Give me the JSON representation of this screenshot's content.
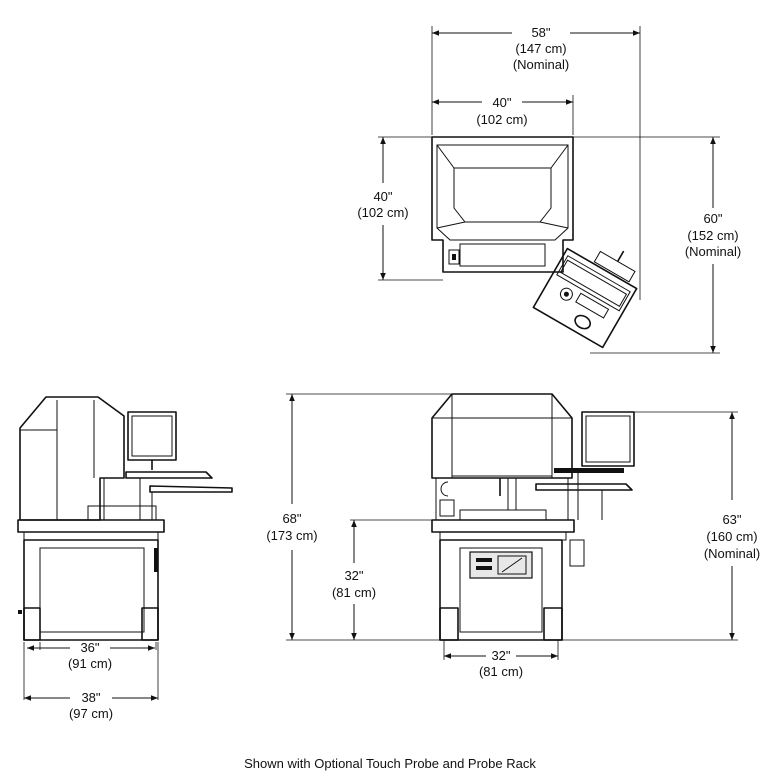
{
  "top_view": {
    "overall_width": "58\"",
    "overall_width_cm": "(147 cm)",
    "overall_width_note": "(Nominal)",
    "base_width": "40\"",
    "base_width_cm": "(102 cm)",
    "base_depth": "40\"",
    "base_depth_cm": "(102 cm)",
    "overall_depth": "60\"",
    "overall_depth_cm": "(152 cm)",
    "overall_depth_note": "(Nominal)"
  },
  "side_view": {
    "inner_width": "36\"",
    "inner_width_cm": "(91 cm)",
    "outer_width": "38\"",
    "outer_width_cm": "(97 cm)"
  },
  "front_view": {
    "overall_height": "68\"",
    "overall_height_cm": "(173 cm)",
    "table_height": "32\"",
    "table_height_cm": "(81 cm)",
    "monitor_height": "63\"",
    "monitor_height_cm": "(160 cm)",
    "monitor_height_note": "(Nominal)",
    "base_width": "32\"",
    "base_width_cm": "(81 cm)"
  },
  "caption": "Shown with Optional Touch Probe and Probe Rack"
}
